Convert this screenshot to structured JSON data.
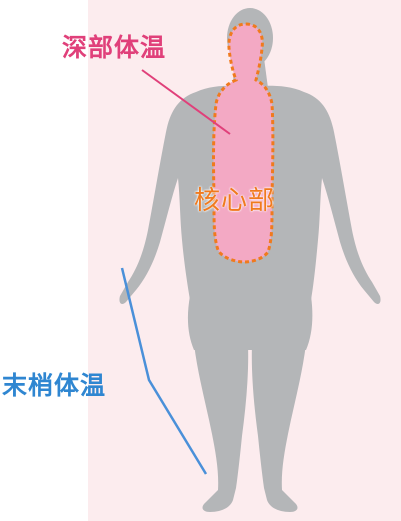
{
  "labels": {
    "deep_body_temp": "深部体温",
    "core": "核心部",
    "peripheral_body_temp": "末梢体温"
  },
  "colors": {
    "panel_background": "#fcecee",
    "silhouette": "#b4b6b8",
    "core_fill": "#f3a9c4",
    "core_outline": "#f07a1e",
    "deep_label": "#e0407a",
    "deep_leader": "#e0407a",
    "core_label": "#f07a1e",
    "peripheral_label": "#2f86d1",
    "peripheral_leader": "#4a90d9"
  },
  "icons": {
    "figure": "human-body-silhouette-icon"
  }
}
